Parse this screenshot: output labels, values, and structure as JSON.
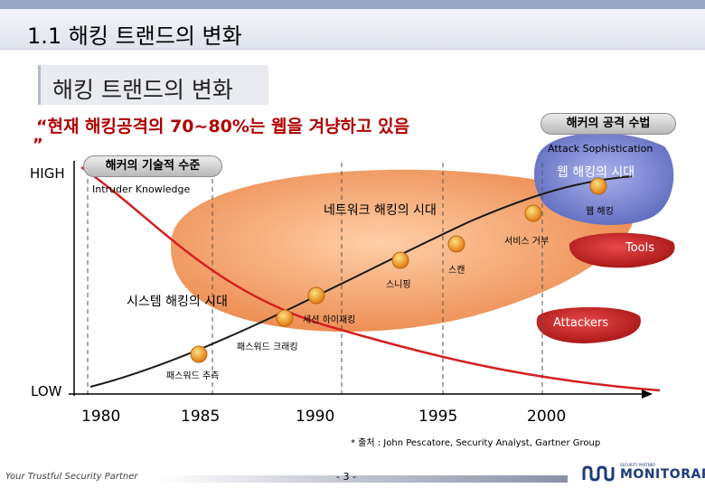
{
  "slide": {
    "title": "1.1 해킹 트랜드의 변화",
    "subtitle": "해킹 트랜드의 변화"
  },
  "quote": {
    "text": "“현재 해킹공격의 70~80%는 웹을 겨냥하고 있음",
    "end": "”"
  },
  "axis": {
    "high": "HIGH",
    "low": "LOW",
    "years": [
      "1980",
      "1985",
      "1990",
      "1995",
      "2000"
    ]
  },
  "pills": {
    "knowledge": {
      "label": "해커의 기술적 수준",
      "sublabel": "Intruder Knowledge"
    },
    "attack": {
      "label": "해커의 공격 수법",
      "sublabel": "Attack Sophistication"
    }
  },
  "eras": {
    "system": "시스템 해킹의 시대",
    "network": "네트워크 해킹의 시대",
    "web": "웹 해킹의 시대"
  },
  "roles": {
    "tools": "Tools",
    "attackers": "Attackers"
  },
  "milestones": [
    {
      "label": "패스워드 추측"
    },
    {
      "label": "패스워드 크래킹"
    },
    {
      "label": "세션 하이재킹"
    },
    {
      "label": "스니핑"
    },
    {
      "label": "스캔"
    },
    {
      "label": "서비스 거부"
    },
    {
      "label": "웹 해킹"
    }
  ],
  "source": "* 출처 : John Pescatore, Security Analyst, Gartner Group",
  "footer": {
    "tagline": "Your Trustful Security Partner",
    "page": "- 3 -",
    "brand": "MONITORAPP",
    "brand_sub": "SECURITY PARTNER"
  },
  "colors": {
    "network_blob": "#ef8f55",
    "web_blob": "#6b78c8",
    "tools_blob": "#cc1f1f",
    "attackers_blob": "#a81818",
    "quote": "#b00000"
  }
}
